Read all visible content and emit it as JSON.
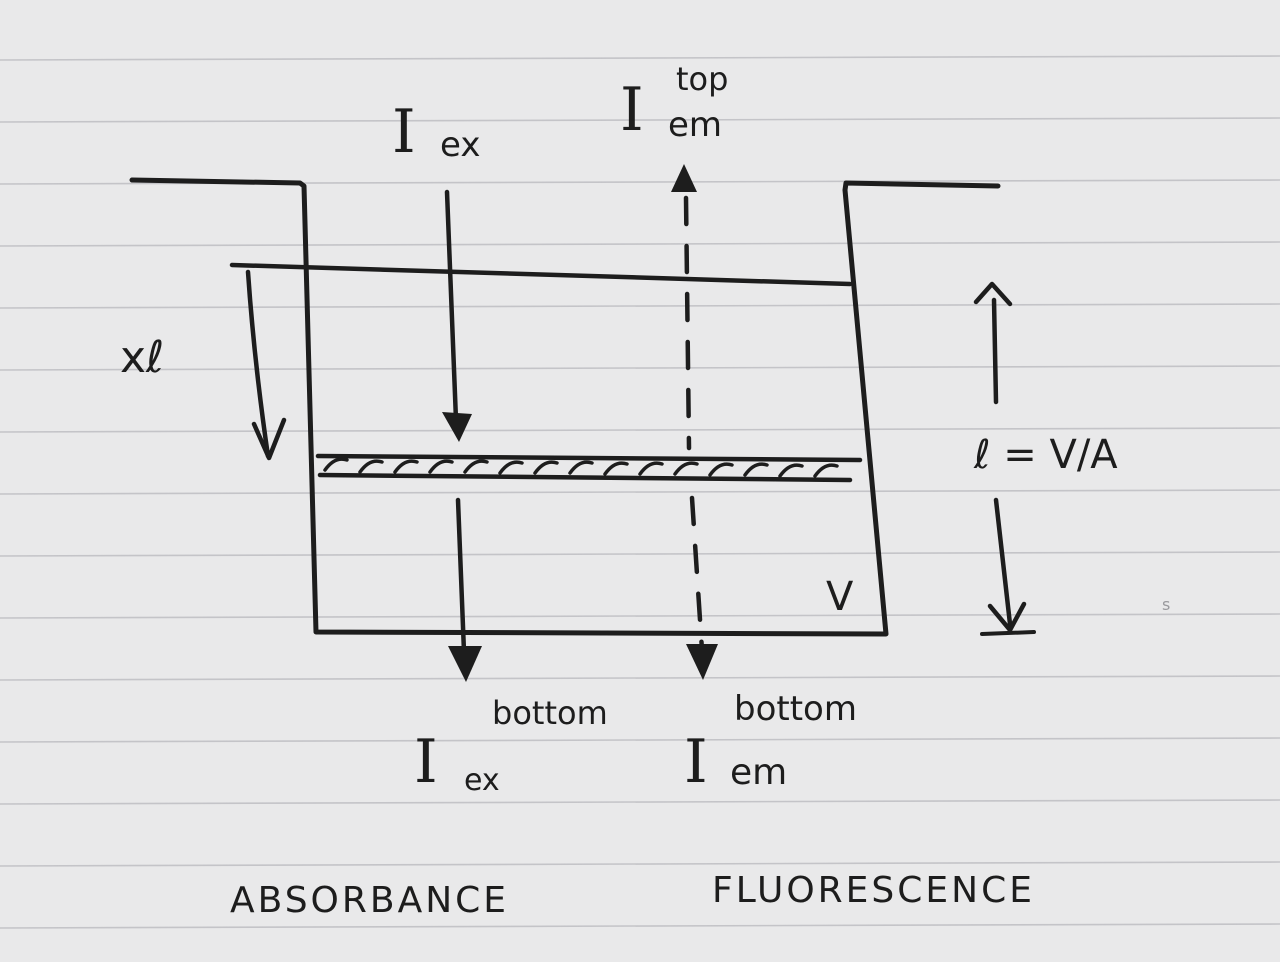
{
  "labels": {
    "i_ex_top_main": "I",
    "i_ex_top_sub": "ex",
    "i_em_top_main": "I",
    "i_em_top_sub": "em",
    "i_em_top_sup": "top",
    "xl_label": "xℓ",
    "length_label": "ℓ = V/A",
    "volume_label": "V",
    "i_ex_bottom_main": "I",
    "i_ex_bottom_sub": "ex",
    "i_ex_bottom_sup": "bottom",
    "i_em_bottom_main": "I",
    "i_em_bottom_sub": "em",
    "i_em_bottom_sup": "bottom",
    "absorbance": "ABSORBANCE",
    "fluorescence": "FLUORESCENCE",
    "margin_mark": "s"
  },
  "colors": {
    "paper": "#e9e9ea",
    "rule_lines": "#c4c4c8",
    "ink": "#1d1d1d"
  }
}
